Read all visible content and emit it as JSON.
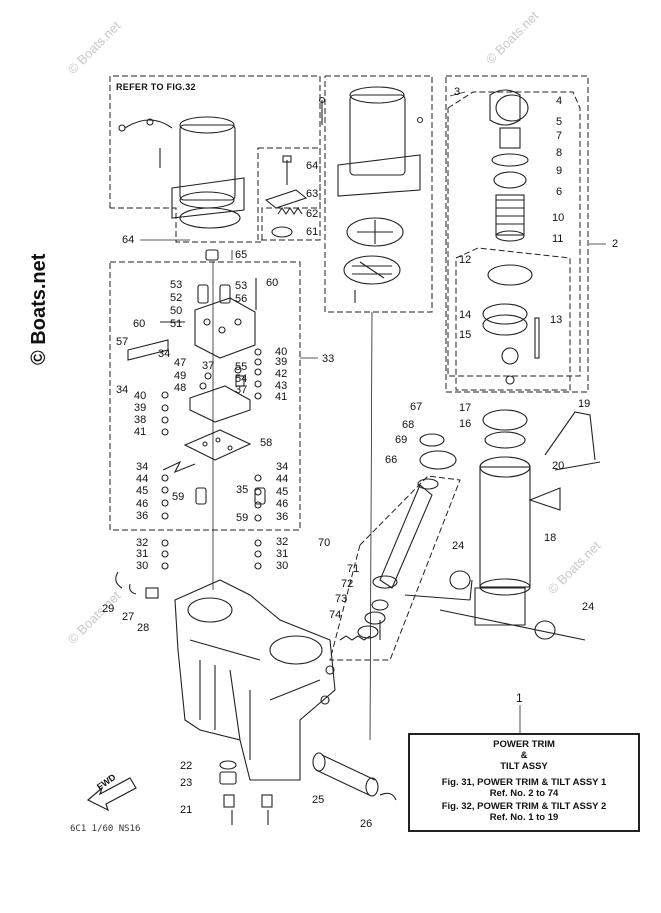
{
  "diagram": {
    "refer_label": "REFER TO FIG.32",
    "watermark_main": "© Boats.net",
    "watermark_faint": "© Boats.net",
    "fwd_label": "FWD",
    "footer_code": "6C1  1/60 NS16",
    "legend": {
      "callout": "1",
      "line1": "POWER TRIM",
      "line2": "&",
      "line3": "TILT ASSY",
      "line4": "Fig. 31, POWER TRIM & TILT ASSY 1",
      "line5": "Ref. No. 2 to 74",
      "line6": "Fig. 32, POWER TRIM & TILT ASSY 2",
      "line7": "Ref. No.  1 to 19"
    },
    "callouts": {
      "c4": "4",
      "c3": "3",
      "c5": "5",
      "c7": "7",
      "c8": "8",
      "c9": "9",
      "c6": "6",
      "c10": "10",
      "c11": "11",
      "c2": "2",
      "c12": "12",
      "c13": "13",
      "c14": "14",
      "c15": "15",
      "c17": "17",
      "c16": "16",
      "c19": "19",
      "c20": "20",
      "c18": "18",
      "c24a": "24",
      "c24b": "24",
      "c64a": "64",
      "c63": "63",
      "c62": "62",
      "c61": "61",
      "c64b": "64",
      "c65": "65",
      "c53a": "53",
      "c52": "52",
      "c50": "50",
      "c51": "51",
      "c60a": "60",
      "c53b": "53",
      "c56": "56",
      "c60b": "60",
      "c57": "57",
      "c34a": "34",
      "c34b": "34",
      "c47": "47",
      "c49": "49",
      "c48": "48",
      "c37a": "37",
      "c55": "55",
      "c54": "54",
      "c40a": "40",
      "c39a": "39",
      "c42": "42",
      "c43": "43",
      "c41a": "41",
      "c33": "33",
      "c37b": "37",
      "c40b": "40",
      "c39b": "39",
      "c38": "38",
      "c41b": "41",
      "c58": "58",
      "c34c": "34",
      "c44a": "44",
      "c45a": "45",
      "c46a": "46",
      "c36a": "36",
      "c59a": "59",
      "c35": "35",
      "c34d": "34",
      "c44b": "44",
      "c45b": "45",
      "c46b": "46",
      "c59b": "59",
      "c36b": "36",
      "c32a": "32",
      "c31a": "31",
      "c30a": "30",
      "c32b": "32",
      "c31b": "31",
      "c30b": "30",
      "c29": "29",
      "c27": "27",
      "c28": "28",
      "c67": "67",
      "c68": "68",
      "c69": "69",
      "c66": "66",
      "c70": "70",
      "c71": "71",
      "c72": "72",
      "c73": "73",
      "c74": "74",
      "c22": "22",
      "c23": "23",
      "c21": "21",
      "c25": "25",
      "c26": "26"
    }
  }
}
